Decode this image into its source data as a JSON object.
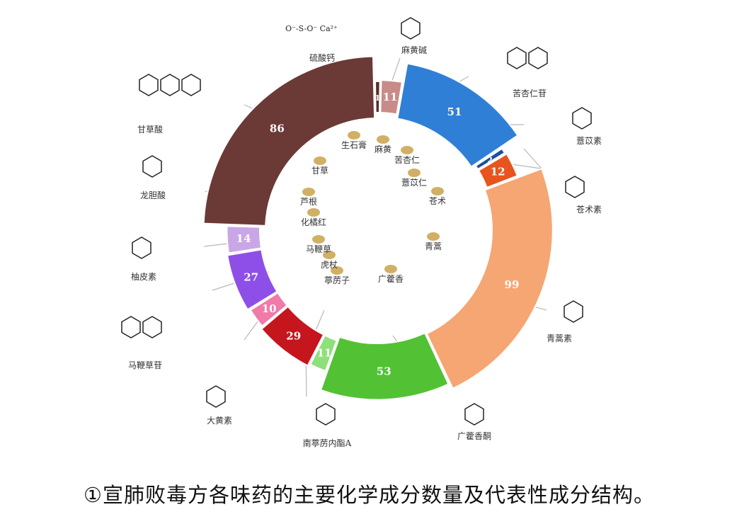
{
  "chart_data": {
    "type": "donut",
    "title": "",
    "segments": [
      {
        "herb": "生石膏",
        "value": 1,
        "color": "#5a2c25"
      },
      {
        "herb": "麻黄",
        "value": 11,
        "color": "#c98b88"
      },
      {
        "herb": "苦杏仁",
        "value": 51,
        "color": "#2f7fd6"
      },
      {
        "herb": "薏苡仁",
        "value": 2,
        "color": "#1d4f9c"
      },
      {
        "herb": "苍术",
        "value": 12,
        "color": "#e8541e"
      },
      {
        "herb": "青蒿",
        "value": 99,
        "color": "#f5a673"
      },
      {
        "herb": "广藿香",
        "value": 53,
        "color": "#52c234"
      },
      {
        "herb": "葶苈子",
        "value": 11,
        "color": "#8fe07a"
      },
      {
        "herb": "虎杖",
        "value": 29,
        "color": "#c5161d"
      },
      {
        "herb": "马鞭草",
        "value": 10,
        "color": "#f07aa8"
      },
      {
        "herb": "化橘红",
        "value": 27,
        "color": "#8e4fe8"
      },
      {
        "herb": "芦根",
        "value": 14,
        "color": "#c9a6e6"
      },
      {
        "herb": "甘草",
        "value": 86,
        "color": "#6b3a36"
      }
    ],
    "compounds": [
      {
        "name": "硫酸钙"
      },
      {
        "name": "麻黄碱"
      },
      {
        "name": "苦杏仁苷"
      },
      {
        "name": "薏苡素"
      },
      {
        "name": "苍术素"
      },
      {
        "name": "青蒿素"
      },
      {
        "name": "广藿香酮"
      },
      {
        "name": "南葶苈内酯A"
      },
      {
        "name": "大黄素"
      },
      {
        "name": "马鞭草苷"
      },
      {
        "name": "柚皮素"
      },
      {
        "name": "龙胆酸"
      },
      {
        "name": "甘草酸"
      }
    ]
  },
  "caption": "①宣肺败毒方各味药的主要化学成分数量及代表性成分结构。"
}
